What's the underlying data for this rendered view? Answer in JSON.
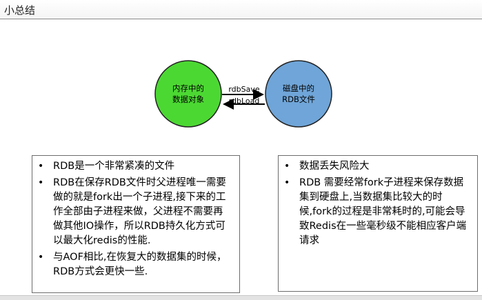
{
  "header": {
    "title": "小总结"
  },
  "diagram": {
    "memory_node": {
      "line1": "内存中的",
      "line2": "数据对象",
      "color": "#4CD833"
    },
    "disk_node": {
      "line1": "磁盘中的",
      "line2": "RDB文件",
      "color": "#6FA5D8"
    },
    "save_arrow_label": "rdbSave",
    "load_arrow_label": "rdbLoad"
  },
  "advantages": [
    "RDB是一个非常紧凑的文件",
    "RDB在保存RDB文件时父进程唯一需要做的就是fork出一个子进程,接下来的工作全部由子进程来做，父进程不需要再做其他IO操作，所以RDB持久化方式可以最大化redis的性能.",
    "与AOF相比,在恢复大的数据集的时候，RDB方式会更快一些."
  ],
  "disadvantages": [
    "数据丢失风险大",
    "RDB 需要经常fork子进程来保存数据集到硬盘上,当数据集比较大的时候,fork的过程是非常耗时的,可能会导致Redis在一些毫秒级不能相应客户端请求"
  ]
}
